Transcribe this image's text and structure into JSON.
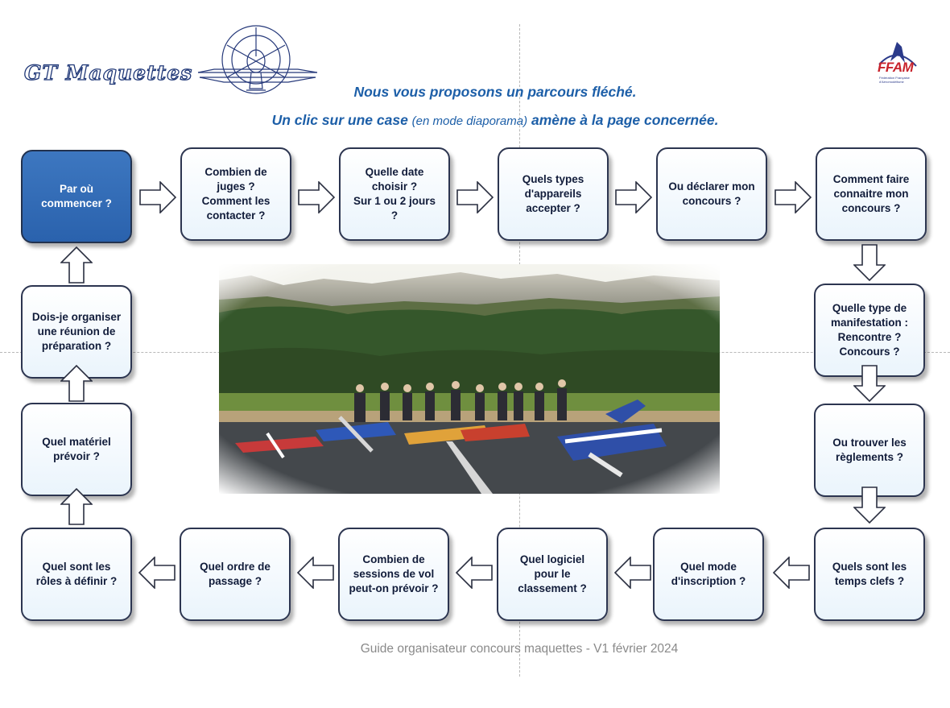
{
  "header": {
    "logo_left_text": "GT Maquettes",
    "logo_right_text": "FFAM",
    "logo_right_subtitle": "Fédération Française d'Aéromodélisme",
    "line1": "Nous vous proposons un parcours fléché.",
    "line2_before": "Un clic sur une case ",
    "line2_inner": "(en mode diaporama)",
    "line2_after": " amène à la page concernée."
  },
  "colors": {
    "accent_blue": "#1d5fa8",
    "active_box": "#2a62ad",
    "box_border": "#2c3550"
  },
  "steps": [
    {
      "id": "par-ou-commencer",
      "lines": [
        "Par où",
        "commencer ?"
      ],
      "active": true
    },
    {
      "id": "combien-de-juges",
      "lines": [
        "Combien de",
        "juges ?",
        "Comment les",
        "contacter ?"
      ]
    },
    {
      "id": "quelle-date",
      "lines": [
        "Quelle date",
        "choisir ?",
        "Sur 1 ou 2 jours ?"
      ]
    },
    {
      "id": "quels-types-appareils",
      "lines": [
        "Quels types",
        "d'appareils",
        "accepter ?"
      ]
    },
    {
      "id": "ou-declarer",
      "lines": [
        "Ou déclarer mon",
        "concours ?"
      ]
    },
    {
      "id": "comment-faire-connaitre",
      "lines": [
        "Comment faire",
        "connaitre mon",
        "concours ?"
      ]
    },
    {
      "id": "quelle-type-manifestation",
      "lines": [
        "Quelle type de",
        "manifestation :",
        "Rencontre ?",
        "Concours ?"
      ]
    },
    {
      "id": "ou-trouver-reglements",
      "lines": [
        "Ou trouver les",
        "règlements ?"
      ]
    },
    {
      "id": "temps-clefs",
      "lines": [
        "Quels sont les",
        "temps clefs ?"
      ]
    },
    {
      "id": "mode-inscription",
      "lines": [
        "Quel mode",
        "d'inscription ?"
      ]
    },
    {
      "id": "logiciel-classement",
      "lines": [
        "Quel logiciel",
        "pour le",
        "classement ?"
      ]
    },
    {
      "id": "sessions-de-vol",
      "lines": [
        "Combien de",
        "sessions de vol",
        "peut-on prévoir ?"
      ]
    },
    {
      "id": "ordre-de-passage",
      "lines": [
        "Quel ordre de",
        "passage ?"
      ]
    },
    {
      "id": "roles-a-definir",
      "lines": [
        "Quel sont les",
        "rôles à définir ?"
      ]
    },
    {
      "id": "materiel-prevoir",
      "lines": [
        "Quel matériel",
        "prévoir ?"
      ]
    },
    {
      "id": "reunion-preparation",
      "lines": [
        "Dois-je organiser",
        "une réunion de",
        "préparation ?"
      ]
    }
  ],
  "footer": "Guide organisateur concours maquettes - V1 février 2024"
}
